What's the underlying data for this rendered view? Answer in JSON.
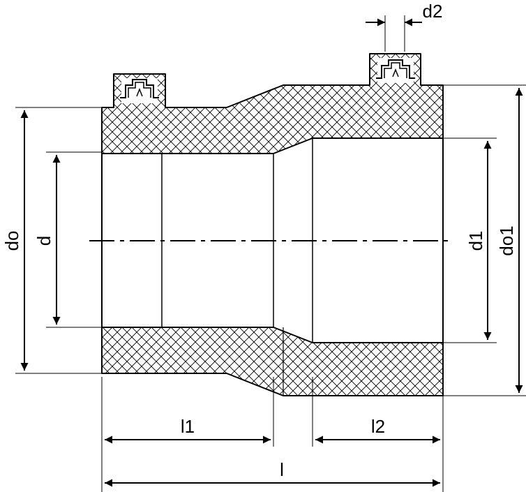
{
  "labels": {
    "do": "do",
    "d": "d",
    "d1": "d1",
    "do1": "do1",
    "d2": "d2",
    "l1": "l1",
    "l2": "l2",
    "l": "l"
  }
}
